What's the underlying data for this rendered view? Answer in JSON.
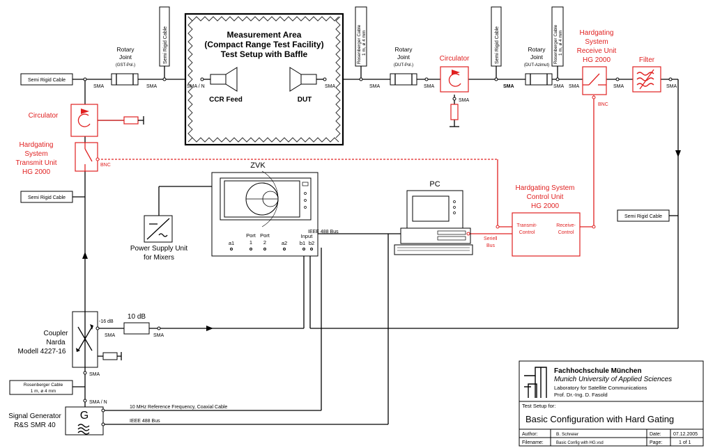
{
  "measurement_area": {
    "title_line1": "Measurement Area",
    "title_line2": "(Compact Range Test Facility)",
    "title_line3": "Test Setup with Baffle",
    "ccr_feed": "CCR Feed",
    "dut": "DUT",
    "sma_n": "SMA / N",
    "sma_right": "SMA"
  },
  "top_chain": {
    "semi_rigid_left": "Semi Rigid Cable",
    "sma1": "SMA",
    "sma2": "SMA",
    "rotary_gst_l1": "Rotary",
    "rotary_gst_l2": "Joint",
    "rotary_gst_l3": "(GST-Pol.)",
    "semi_rigid_vert1": "Semi Rigid Cable",
    "rosenberger_vert1_l1": "Rosenberger Cable",
    "rosenberger_vert1_l2": "1 m, ø 4 mm",
    "sma3": "SMA",
    "rotary_dut_l1": "Rotary",
    "rotary_dut_l2": "Joint",
    "rotary_dut_l3": "(DUT-Pol.)",
    "sma4": "SMA",
    "circulator_top": "Circulator",
    "circ_sma": "SMA",
    "semi_rigid_vert2": "Semi Rigid Cable",
    "sma5": "SMA",
    "rotary_az_l1": "Rotary",
    "rotary_az_l2": "Joint",
    "rotary_az_l3": "(DUT-Azimut)",
    "rosenberger_vert2_l1": "Rosenberger Cable",
    "rosenberger_vert2_l2": "1 m, ø 4 mm",
    "sma6": "SMA",
    "sma7": "SMA",
    "hg_rx_l1": "Hardgating",
    "hg_rx_l2": "System",
    "hg_rx_l3": "Receive Unit",
    "hg_rx_l4": "HG 2000",
    "bnc_rx": "BNC",
    "sma8": "SMA",
    "filter": "Filter",
    "sma9": "SMA"
  },
  "left_chain": {
    "circulator": "Circulator",
    "hg_tx_l1": "Hardgating",
    "hg_tx_l2": "System",
    "hg_tx_l3": "Transmit Unit",
    "hg_tx_l4": "HG 2000",
    "bnc_tx": "BNC",
    "semi_rigid": "Semi Rigid Cable",
    "coupler_l1": "Coupler",
    "coupler_l2": "Narda",
    "coupler_l3": "Modell 4227-16",
    "minus16": "-16 dB",
    "sma_c1": "SMA",
    "att": "10 dB",
    "sma_c2": "SMA",
    "sma_c3": "SMA",
    "rosenberger_l1": "Rosenberger Cable",
    "rosenberger_l2": "1 m, ø 4 mm",
    "sma_n": "SMA / N",
    "siggen_l1": "Signal Generator",
    "siggen_l2": "R&S SMR 40",
    "siggen_symbol": "G",
    "ref_line": "10 MHz Reference Frequency, Coaxial Cable",
    "ieee_line": "IEEE 488 Bus"
  },
  "zvk": {
    "title": "ZVK",
    "a1": "a1",
    "port1_l1": "Port",
    "port1_l2": "1",
    "port2_l1": "Port",
    "port2_l2": "2",
    "a2": "a2",
    "input": "Input",
    "b1": "b1",
    "b2": "b2",
    "ieee": "IEEE 488 Bus"
  },
  "power_supply": {
    "l1": "Power Supply Unit",
    "l2": "for Mixers"
  },
  "pc": {
    "title": "PC",
    "serial_l1": "Seriell",
    "serial_l2": "Bus"
  },
  "hg_control": {
    "l1": "Hardgating System",
    "l2": "Control Unit",
    "l3": "HG 2000",
    "transmit_l1": "Transmit-",
    "transmit_l2": "Control",
    "receive_l1": "Receive-",
    "receive_l2": "Control"
  },
  "right_side": {
    "semi_rigid": "Semi Rigid Cable"
  },
  "title_block": {
    "org_l1": "Fachhochschule München",
    "org_l2": "Munich University of Applied Sciences",
    "org_l3": "Laboratory for Satellite Communications",
    "org_l4": "Prof. Dr.-Ing. D. Fasold",
    "test_setup_label": "Test Setup for:",
    "test_setup": "Basic Configuration with Hard Gating",
    "author_label": "Author:",
    "author": "B. Schreier",
    "date_label": "Date:",
    "date": "07.12.2005",
    "filename_label": "Filename:",
    "filename": "Basic Config with HG.vsd",
    "page_label": "Page:",
    "page": "1 of 1"
  },
  "colors": {
    "red": "#e02020",
    "black": "#000000"
  }
}
